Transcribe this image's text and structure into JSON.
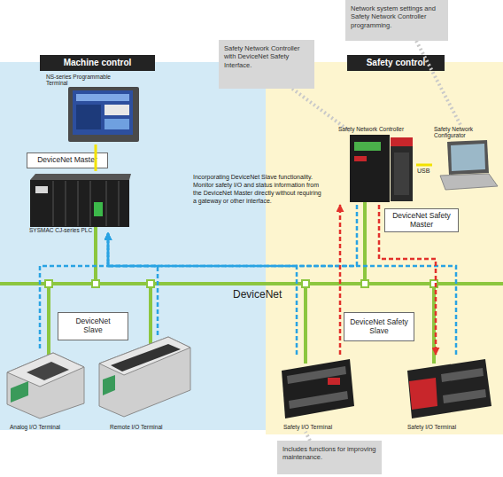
{
  "diagram": {
    "nodes": [
      {
        "text": [
          "Network system settings and Safety Network Controller programming."
        ]
      },
      {
        "text": [
          "Safety Network Controller with DeviceNet Safety Interface."
        ]
      },
      {
        "text": [
          "Machine control"
        ]
      },
      {
        "text": [
          "NS-series Programmable Terminal"
        ],
        "in": 2
      },
      {
        "text": [
          "DeviceNet Master"
        ],
        "in": 2
      },
      {
        "text": [
          "SYSMAC CJ-series PLC"
        ],
        "in": 2
      },
      {
        "text": [
          "DeviceNet Slave"
        ],
        "in": 2
      },
      {
        "text": [
          "Analog I/O Terminal"
        ],
        "in": 2
      },
      {
        "text": [
          "Remote I/O Terminal"
        ],
        "in": 2
      },
      {
        "text": [
          "Safety control"
        ]
      },
      {
        "text": [
          "Safety Network Controller"
        ],
        "in": 9
      },
      {
        "text": [
          "Safety Network Configurator"
        ],
        "in": 9
      },
      {
        "text": [
          "DeviceNet Safety Master"
        ],
        "in": 9
      },
      {
        "text": [
          "DeviceNet Safety Slave"
        ],
        "in": 9
      },
      {
        "text": [
          "Safety I/O Terminal"
        ],
        "in": 9
      },
      {
        "text": [
          "Safety I/O Terminal"
        ],
        "in": 9
      },
      {
        "text": [
          "Includes functions for improving maintenance."
        ]
      }
    ],
    "edges": [
      {
        "from": 3,
        "to": 5,
        "arrow": "none"
      },
      {
        "from": 7,
        "to": 5,
        "arrow": "to"
      },
      {
        "from": 8,
        "to": 5,
        "arrow": "to"
      },
      {
        "from": 10,
        "to": 5,
        "arrow": "to"
      },
      {
        "from": 14,
        "to": 5,
        "arrow": "to"
      },
      {
        "from": 15,
        "to": 5,
        "arrow": "to"
      },
      {
        "from": 14,
        "to": 10,
        "arrow": "to"
      },
      {
        "from": 10,
        "to": 15,
        "arrow": "to"
      },
      {
        "from": 10,
        "to": 11,
        "label": "USB",
        "arrow": "none"
      }
    ],
    "labels": [
      "Incorporating DeviceNet Slave functionality. Monitor safety I/O and status information from the DeviceNet Master directly without requiring a gateway or other interface.",
      "DeviceNet"
    ]
  }
}
